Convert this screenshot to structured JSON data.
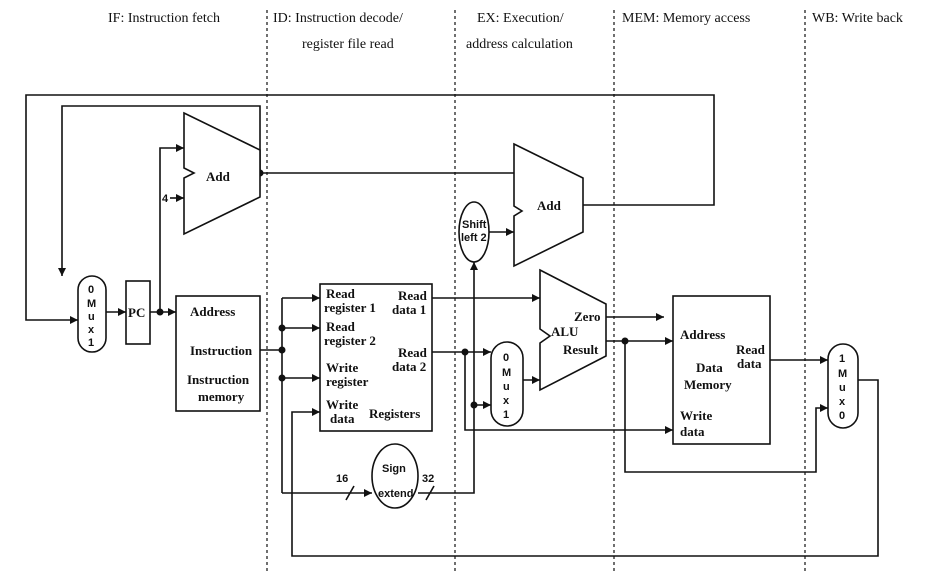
{
  "stages": [
    {
      "id": "if",
      "label": "IF: Instruction fetch"
    },
    {
      "id": "id",
      "line1": "ID: Instruction decode/",
      "line2": "register file read"
    },
    {
      "id": "ex",
      "line1": "EX: Execution/",
      "line2": "address calculation"
    },
    {
      "id": "mem",
      "label": "MEM: Memory access"
    },
    {
      "id": "wb",
      "label": "WB: Write back"
    }
  ],
  "add_pc": {
    "label": "Add",
    "const": "4"
  },
  "add_branch": {
    "label": "Add"
  },
  "shift": {
    "line1": "Shift",
    "line2": "left 2"
  },
  "pc": {
    "label": "PC"
  },
  "instr_mem": {
    "address": "Address",
    "instruction": "Instruction",
    "name1": "Instruction",
    "name2": "memory"
  },
  "registers": {
    "read_reg1_a": "Read",
    "read_reg1_b": "register 1",
    "read_reg2_a": "Read",
    "read_reg2_b": "register 2",
    "write_reg_a": "Write",
    "write_reg_b": "register",
    "write_data_a": "Write",
    "write_data_b": "data",
    "read_data1_a": "Read",
    "read_data1_b": "data 1",
    "read_data2_a": "Read",
    "read_data2_b": "data 2",
    "name": "Registers"
  },
  "sign_extend": {
    "line1": "Sign",
    "line2": "extend",
    "in_bits": "16",
    "out_bits": "32"
  },
  "alu": {
    "label": "ALU",
    "zero": "Zero",
    "result": "Result"
  },
  "data_mem": {
    "address": "Address",
    "read_a": "Read",
    "read_b": "data",
    "name1": "Data",
    "name2": "Memory",
    "write_a": "Write",
    "write_b": "data"
  },
  "mux_pc": {
    "top": "0",
    "m": "M",
    "u": "u",
    "x": "x",
    "bottom": "1"
  },
  "mux_alu": {
    "top": "0",
    "m": "M",
    "u": "u",
    "x": "x",
    "bottom": "1"
  },
  "mux_wb": {
    "top": "1",
    "m": "M",
    "u": "u",
    "x": "x",
    "bottom": "0"
  }
}
